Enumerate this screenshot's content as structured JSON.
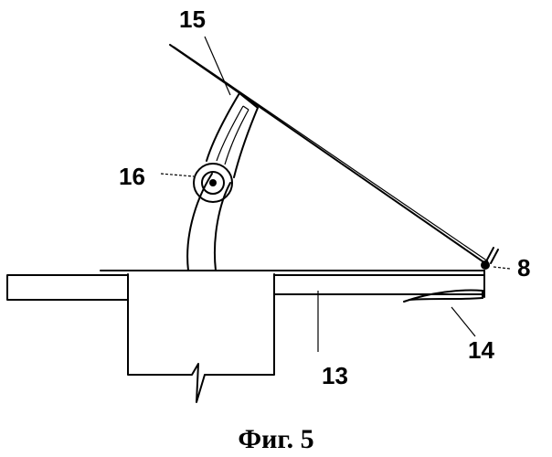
{
  "labels": {
    "l15": "15",
    "l16": "16",
    "l8": "8",
    "l13": "13",
    "l14": "14"
  },
  "caption": "Фиг. 5"
}
